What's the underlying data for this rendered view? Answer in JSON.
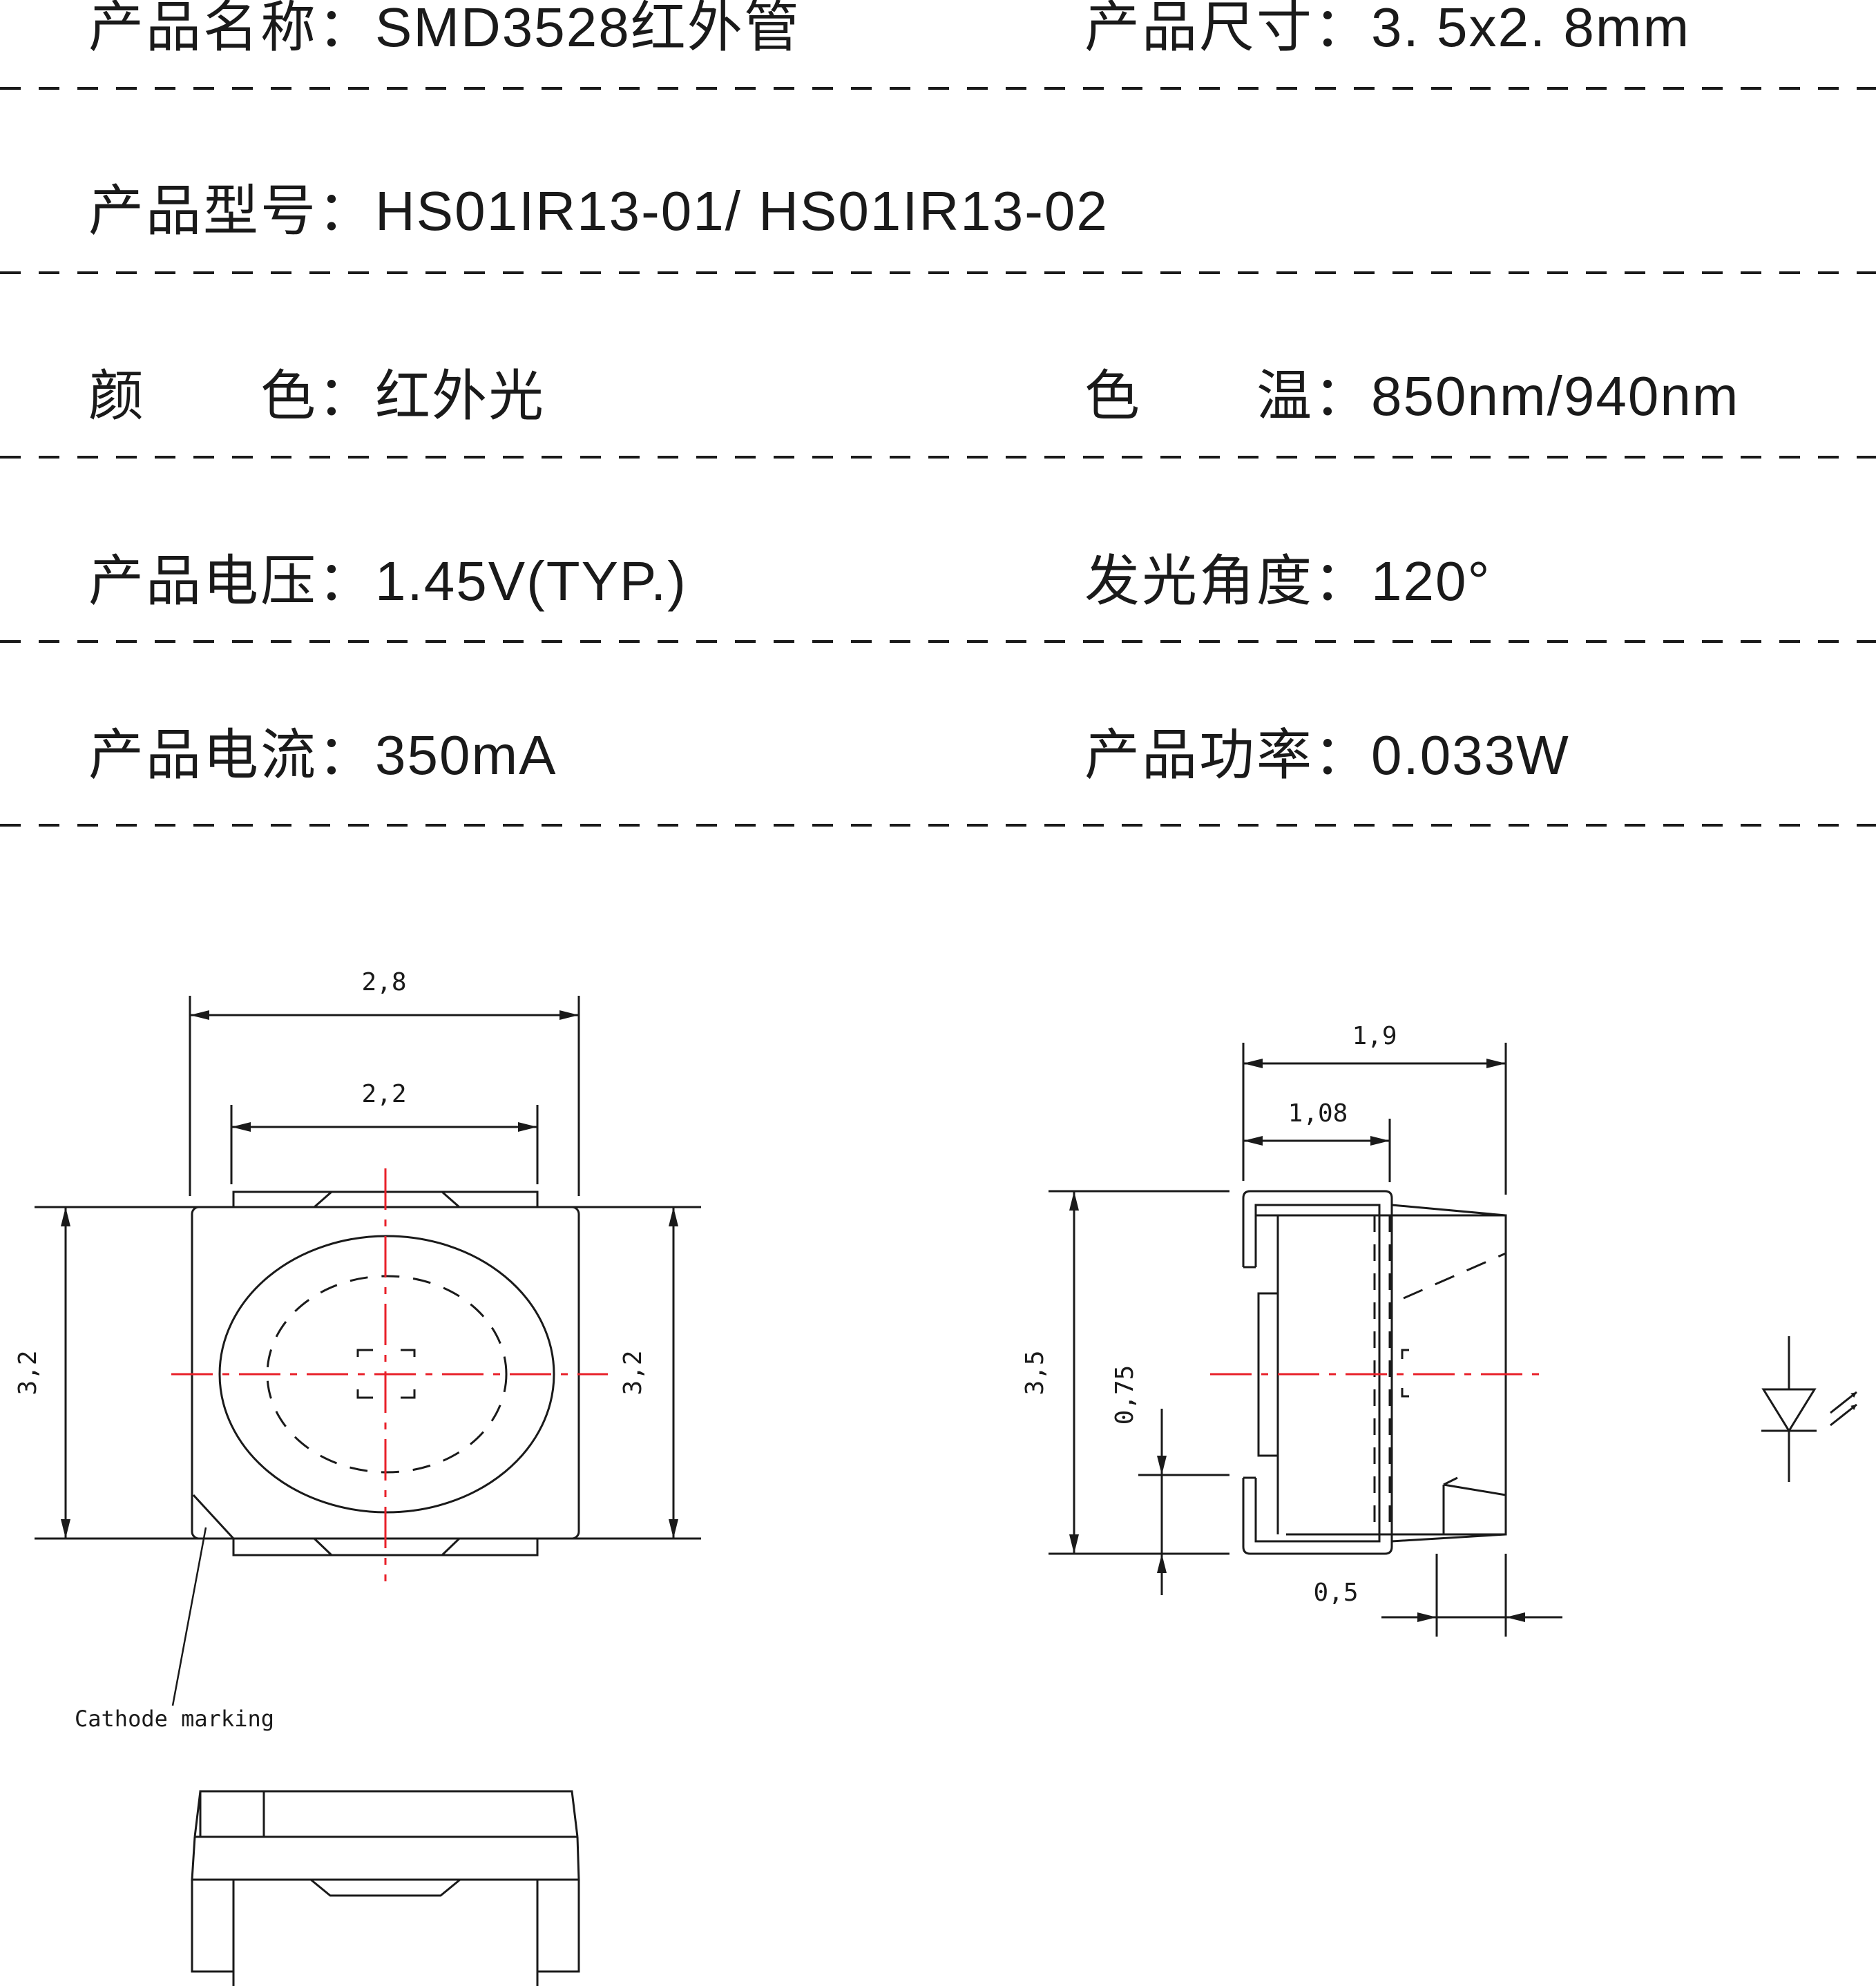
{
  "specs": {
    "rows": [
      [
        {
          "label": "产品名称：",
          "value": "SMD3528红外管"
        },
        {
          "label": "产品尺寸：",
          "value": "3. 5x2. 8mm"
        }
      ],
      [
        {
          "label": "产品型号：",
          "value": "HS01IR13-01/ HS01IR13-02"
        }
      ],
      [
        {
          "label": "颜　　色：",
          "value": "红外光"
        },
        {
          "label": "色　　温：",
          "value": "850nm/940nm"
        }
      ],
      [
        {
          "label": "产品电压：",
          "value": "1.45V(TYP.)"
        },
        {
          "label": "发光角度：",
          "value": "120°"
        }
      ],
      [
        {
          "label": "产品电流：",
          "value": "350mA"
        },
        {
          "label": "产品功率：",
          "value": "0.033W"
        }
      ]
    ]
  },
  "top_view": {
    "dims": {
      "overall_width": "2,8",
      "pad_width": "2,2",
      "height_left": "3,2",
      "height_right": "3,2"
    },
    "cathode_label": "Cathode marking"
  },
  "side_view": {
    "dims": {
      "overall_depth": "1,9",
      "pad_depth": "1,08",
      "height": "3,5",
      "lead_height": "0,75",
      "lead_gap": "0,5"
    }
  },
  "colors": {
    "line": "#1a1a1a",
    "centerline": "#e8202a",
    "background": "#ffffff"
  },
  "icons": {
    "symbol": "infrared-led-symbol-icon"
  }
}
